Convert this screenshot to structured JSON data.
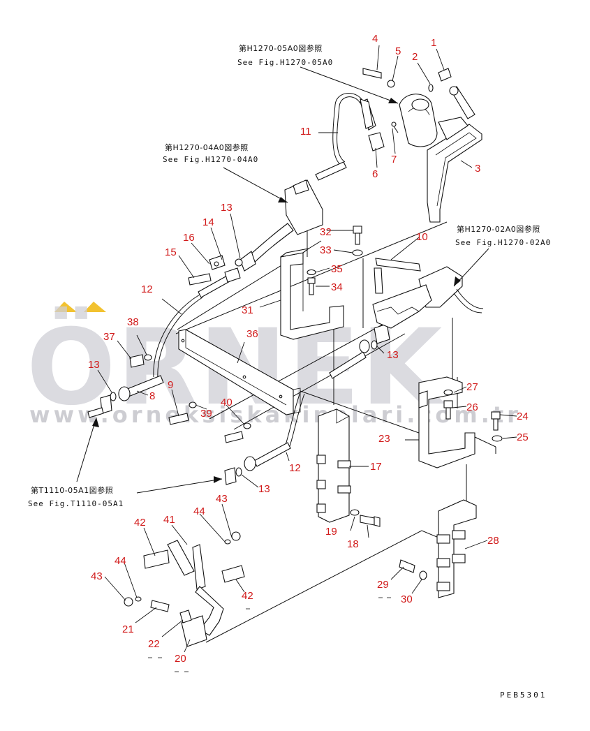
{
  "watermark": {
    "brand": "ÖRNEK",
    "url": "www.orneksiskakinalari.com.tr",
    "accent_color": "#f2c230"
  },
  "references": [
    {
      "id": "ref-h1270-05a0",
      "jp": "第H1270-05A0図参照",
      "en": "See Fig.H1270-05A0"
    },
    {
      "id": "ref-h1270-04a0",
      "jp": "第H1270-04A0図参照",
      "en": "See Fig.H1270-04A0"
    },
    {
      "id": "ref-h1270-02a0",
      "jp": "第H1270-02A0図参照",
      "en": "See Fig.H1270-02A0"
    },
    {
      "id": "ref-t1110-05a1",
      "jp": "第T1110-05A1図参照",
      "en": "See Fig.T1110-05A1"
    }
  ],
  "callouts": [
    "1",
    "2",
    "3",
    "4",
    "5",
    "6",
    "7",
    "8",
    "9",
    "10",
    "11",
    "12",
    "12",
    "13",
    "13",
    "13",
    "13",
    "13",
    "14",
    "15",
    "16",
    "17",
    "18",
    "19",
    "20",
    "21",
    "22",
    "23",
    "24",
    "25",
    "26",
    "27",
    "28",
    "29",
    "30",
    "31",
    "32",
    "33",
    "34",
    "35",
    "36",
    "37",
    "38",
    "39",
    "40",
    "41",
    "42",
    "42",
    "43",
    "43",
    "44",
    "44"
  ],
  "document_id": "PEB5301",
  "colors": {
    "callout": "#d11a1a",
    "line": "#111111"
  }
}
